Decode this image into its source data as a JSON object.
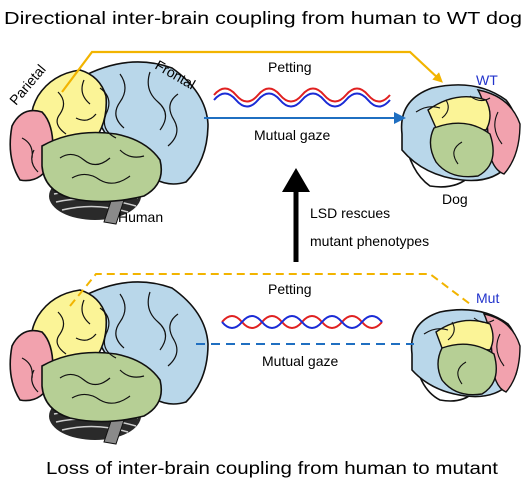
{
  "titles": {
    "top": "Directional inter-brain coupling from human to WT dog",
    "bottom": "Loss of inter-brain coupling from human to mutant"
  },
  "labels": {
    "parietal": "Parietal",
    "frontal": "Frontal",
    "human": "Human",
    "dog": "Dog",
    "wt": "WT",
    "mut": "Mut",
    "petting_top": "Petting",
    "petting_bottom": "Petting",
    "gaze_top": "Mutual gaze",
    "gaze_bottom": "Mutual gaze",
    "rescue_line1": "LSD rescues",
    "rescue_line2": "mutant phenotypes"
  },
  "colors": {
    "occipital": "#f2a2ae",
    "parietal": "#fbf497",
    "frontal": "#b9d7ea",
    "temporal": "#b6cf95",
    "cerebellum": "#2a2a2a",
    "petting_arrow": "#f2b400",
    "gaze_arrow": "#1f6fc1",
    "wave_red": "#e02020",
    "wave_blue": "#1a2bd6",
    "genotype_label": "#2233cc"
  }
}
